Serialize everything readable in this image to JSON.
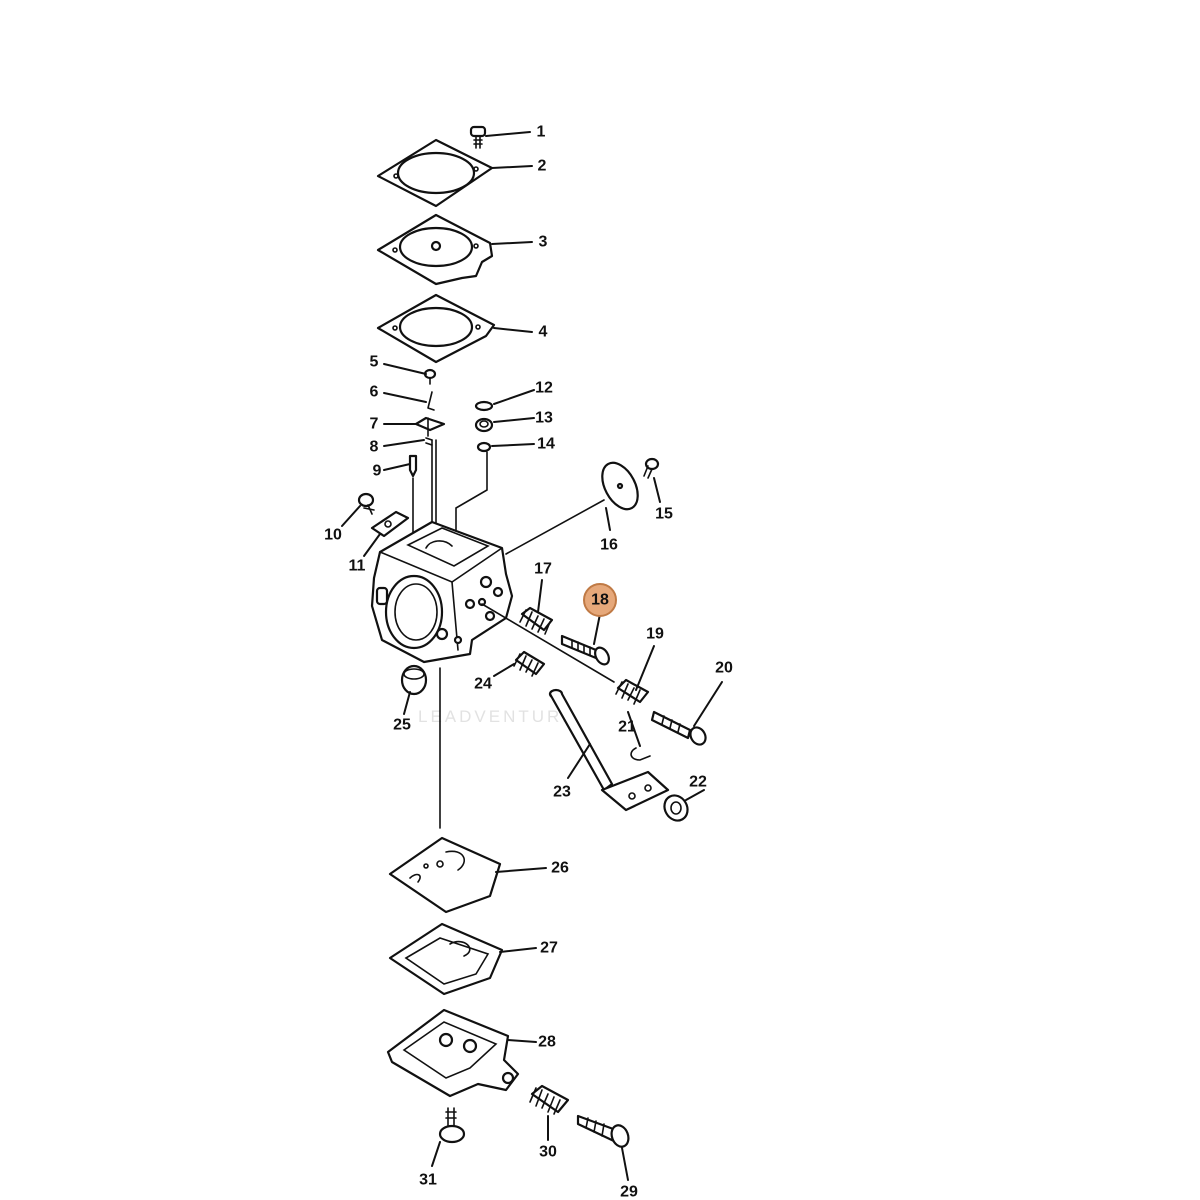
{
  "watermark": "LEADVENTURE",
  "highlight": {
    "part": "18",
    "fill": "#e6a87a",
    "stroke": "#c07a45"
  },
  "callouts": [
    {
      "label": "1"
    },
    {
      "label": "2"
    },
    {
      "label": "3"
    },
    {
      "label": "4"
    },
    {
      "label": "5"
    },
    {
      "label": "6"
    },
    {
      "label": "7"
    },
    {
      "label": "8"
    },
    {
      "label": "9"
    },
    {
      "label": "10"
    },
    {
      "label": "11"
    },
    {
      "label": "12"
    },
    {
      "label": "13"
    },
    {
      "label": "14"
    },
    {
      "label": "15"
    },
    {
      "label": "16"
    },
    {
      "label": "17"
    },
    {
      "label": "18"
    },
    {
      "label": "19"
    },
    {
      "label": "20"
    },
    {
      "label": "21"
    },
    {
      "label": "22"
    },
    {
      "label": "23"
    },
    {
      "label": "24"
    },
    {
      "label": "25"
    },
    {
      "label": "26"
    },
    {
      "label": "27"
    },
    {
      "label": "28"
    },
    {
      "label": "29"
    },
    {
      "label": "30"
    },
    {
      "label": "31"
    }
  ]
}
